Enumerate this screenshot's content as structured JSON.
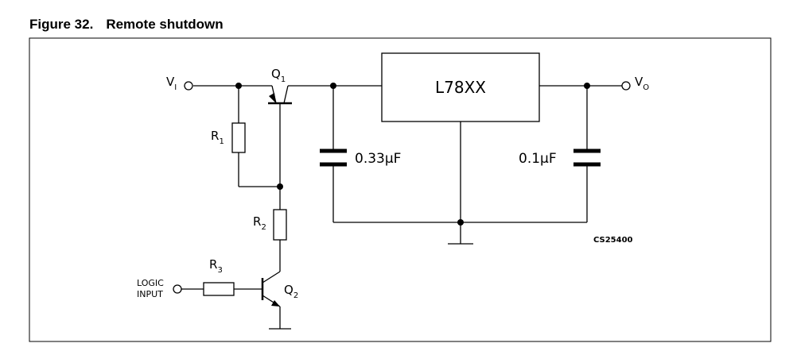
{
  "figure": {
    "number": "Figure 32.",
    "title": "Remote shutdown"
  },
  "circuit": {
    "regulator": "L78XX",
    "vi": "V",
    "vi_sub": "I",
    "vo": "V",
    "vo_sub": "O",
    "q1": "Q",
    "q1_sub": "1",
    "q2": "Q",
    "q2_sub": "2",
    "r1": "R",
    "r1_sub": "1",
    "r2": "R",
    "r2_sub": "2",
    "r3": "R",
    "r3_sub": "3",
    "c_in": "0.33µF",
    "c_out": "0.1µF",
    "logic_line1": "LOGIC",
    "logic_line2": "INPUT",
    "code": "CS25400"
  }
}
